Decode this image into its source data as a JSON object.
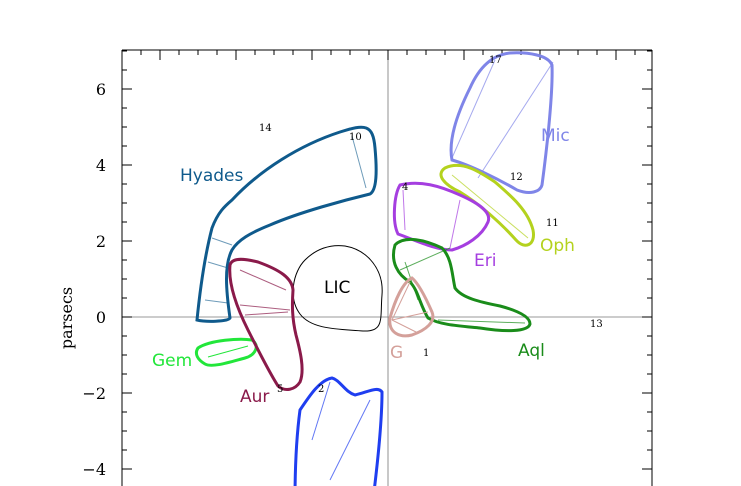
{
  "axes": {
    "ylabel": "parsecs",
    "y_ticks": [
      "6",
      "4",
      "2",
      "0",
      "−2",
      "−4"
    ]
  },
  "clouds": {
    "lic": {
      "label": "LIC",
      "color": "#000000"
    },
    "hyades": {
      "label": "Hyades",
      "color": "#0f5a8c"
    },
    "mic": {
      "label": "Mic",
      "color": "#7f85e8"
    },
    "oph": {
      "label": "Oph",
      "color": "#b4d21e"
    },
    "eri": {
      "label": "Eri",
      "color": "#a53ee0"
    },
    "aql": {
      "label": "Aql",
      "color": "#1a8c1a"
    },
    "g": {
      "label": "G",
      "color": "#d4a09a"
    },
    "gem": {
      "label": "Gem",
      "color": "#22e63a"
    },
    "aur": {
      "label": "Aur",
      "color": "#8a1a4a"
    },
    "blue": {
      "label": "",
      "color": "#1f3ef0"
    }
  },
  "stars": {
    "n14": "14",
    "n10": "10",
    "n17": "17",
    "n12": "12",
    "n11": "11",
    "n4": "4",
    "n13": "13",
    "n1": "1",
    "n5": "5",
    "n2": "2"
  }
}
